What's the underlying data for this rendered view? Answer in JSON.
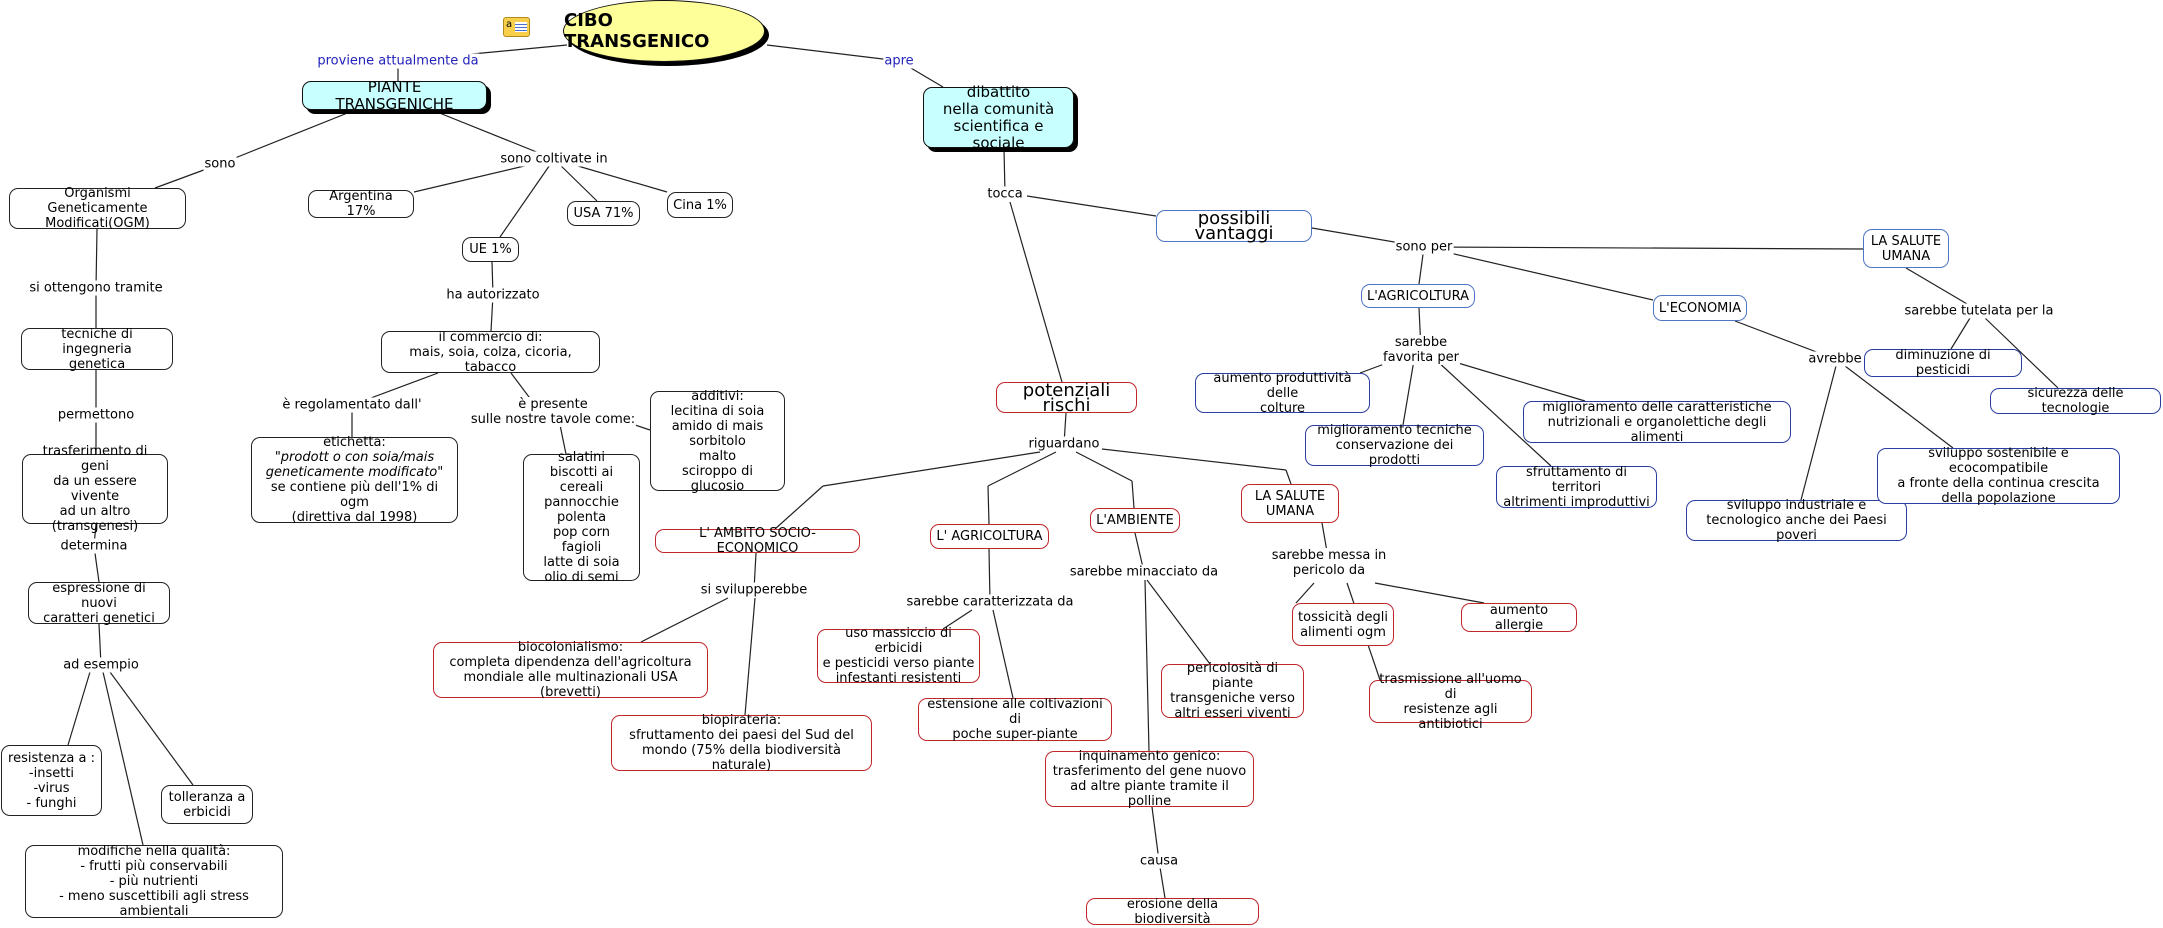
{
  "title": "CIBO TRANSGENICO",
  "colors": {
    "risk_border": "#c0272d",
    "advantage_border": "#2a3ea0",
    "root_fill": "#ffff99",
    "key_fill": "#c8ffff",
    "link_label_blue": "#2222bb"
  },
  "note_icon": "annotation-note-icon",
  "nodes": {
    "piante": "PIANTE TRANSGENICHE",
    "dibattito": "dibattito\nnella comunità\nscientifica e sociale",
    "ogm": "Organismi Geneticamente\nModificati(OGM)",
    "argentina": "Argentina 17%",
    "usa": "USA 71%",
    "cina": "Cina 1%",
    "ue": "UE 1%",
    "commercio": "il commercio di:\nmais, soia, colza, cicoria, tabacco",
    "tecniche": "tecniche di ingegneria\ngenetica",
    "trasferimento": "trasferimento di geni\nda un essere vivente\nad un altro\n(transgenesi)",
    "espressione": "espressione di nuovi\ncaratteri genetici",
    "etichetta_1": "etichetta:",
    "etichetta_2": "\"prodott o con soia/mais\ngeneticamente modificato\"",
    "etichetta_3": "se contiene più dell'1% di ogm\n(direttiva dal 1998)",
    "salatini": "salatini\nbiscotti ai cereali\npannocchie\npolenta\npop corn\nfagioli\nlatte di soia\nolio di semi",
    "additivi": "additivi:\nlecitina di soia\namido di mais\nsorbitolo\nmalto\nsciroppo di glucosio",
    "resistenza": "resistenza a :\n-insetti\n-virus\n- funghi",
    "tolleranza": "tolleranza a\nerbicidi",
    "modifiche": "modifiche nella qualità:\n- frutti più conservabili\n- più nutrienti\n- meno suscettibili agli stress ambientali",
    "rischi": "potenziali rischi",
    "vantaggi": "possibili vantaggi",
    "agricoltura_v": "L'AGRICOLTURA",
    "economia": "L'ECONOMIA",
    "salute_v": "LA SALUTE\nUMANA",
    "aumento_prod": "aumento produttività delle\ncolture",
    "migl_tecniche": "miglioramento tecniche\nconservazione dei prodotti",
    "migl_caratt": "miglioramento  delle caratteristiche\nnutrizionali e organolettiche degli alimenti",
    "sfrutt_territori": "sfruttamento di territori\naltrimenti improduttivi",
    "diminuzione": "diminuzione di pesticidi",
    "sicurezza": "sicurezza delle tecnologie",
    "sviluppo_sost": "sviluppo sostenibile e ecocompatibile\na fronte della continua crescita\ndella popolazione",
    "sviluppo_ind": "sviluppo industriale e\ntecnologico anche dei Paesi poveri",
    "socio": "L' AMBITO SOCIO-ECONOMICO",
    "agricoltura_r": "L' AGRICOLTURA",
    "ambiente": "L'AMBIENTE",
    "salute_r": "LA SALUTE\nUMANA",
    "biocolonialismo": "biocolonialismo:\ncompleta dipendenza dell'agricoltura\nmondiale alle multinazionali USA (brevetti)",
    "biopirateria": "biopirateria:\nsfruttamento dei paesi del Sud del\nmondo (75% della biodiversità naturale)",
    "uso_massiccio": "uso massiccio di erbicidi\ne pesticidi verso piante\ninfestanti resistenti",
    "estensione": "estensione alle coltivazioni di\npoche super-piante",
    "pericolosita": "pericolosità di piante\ntransgeniche verso\naltri esseri viventi",
    "inquinamento": "inquinamento genico:\ntrasferimento del gene nuovo\nad altre piante tramite il polline",
    "erosione": "erosione della biodiversità",
    "tossicita": "tossicità degli\nalimenti ogm",
    "allergie": "aumento allergie",
    "trasmissione": "trasmissione all'uomo di\nresistenze agli antibiotici"
  },
  "link_labels": {
    "proviene": "proviene attualmente da",
    "apre": "apre",
    "sono": "sono",
    "coltivate": "sono coltivate in",
    "autorizzato": "ha autorizzato",
    "regolamentato": "è regolamentato dall'",
    "presente": "è presente\nsulle nostre tavole come:",
    "ottengono": "si ottengono tramite",
    "permettono": "permettono",
    "determina": "determina",
    "esempio": "ad esempio",
    "tocca": "tocca",
    "sono_per": "sono  per",
    "favorita": "sarebbe\nfavorita per",
    "avrebbe": "avrebbe",
    "tutelata": "sarebbe tutelata per la",
    "riguardano": "riguardano",
    "svilupperebbe": "si svilupperebbe",
    "caratterizzata": "sarebbe caratterizzata da",
    "minacciato": "sarebbe minacciato da",
    "messa": "sarebbe messa in\npericolo da",
    "causa": "causa"
  }
}
